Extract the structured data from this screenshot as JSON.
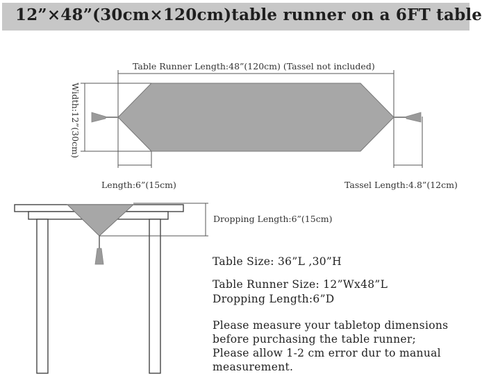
{
  "title": "12”×48”(30cm×120cm)table runner on a 6FT table",
  "diagram": {
    "runner_length_label": "Table Runner Length:48”(120cm) (Tassel not included)",
    "width_label": "Width:12”(30cm)",
    "point_length_label": "Length:6”(15cm)",
    "tassel_length_label": "Tassel Length:4.8”(12cm)",
    "dropping_length_label": "Dropping Length:6”(15cm)"
  },
  "info": {
    "table_size": "Table Size: 36”L ,30”H",
    "runner_size": "Table Runner Size: 12”Wx48”L",
    "dropping_length": "Dropping Length:6”D",
    "note_line1": "Please measure your tabletop dimensions",
    "note_line2": "before purchasing the table runner;",
    "note_line3": "Please allow 1-2 cm error dur to manual",
    "note_line4": "measurement."
  },
  "colors": {
    "runner_fill": "#a7a7a7",
    "title_bar": "#c7c7c7",
    "line": "#555555"
  }
}
